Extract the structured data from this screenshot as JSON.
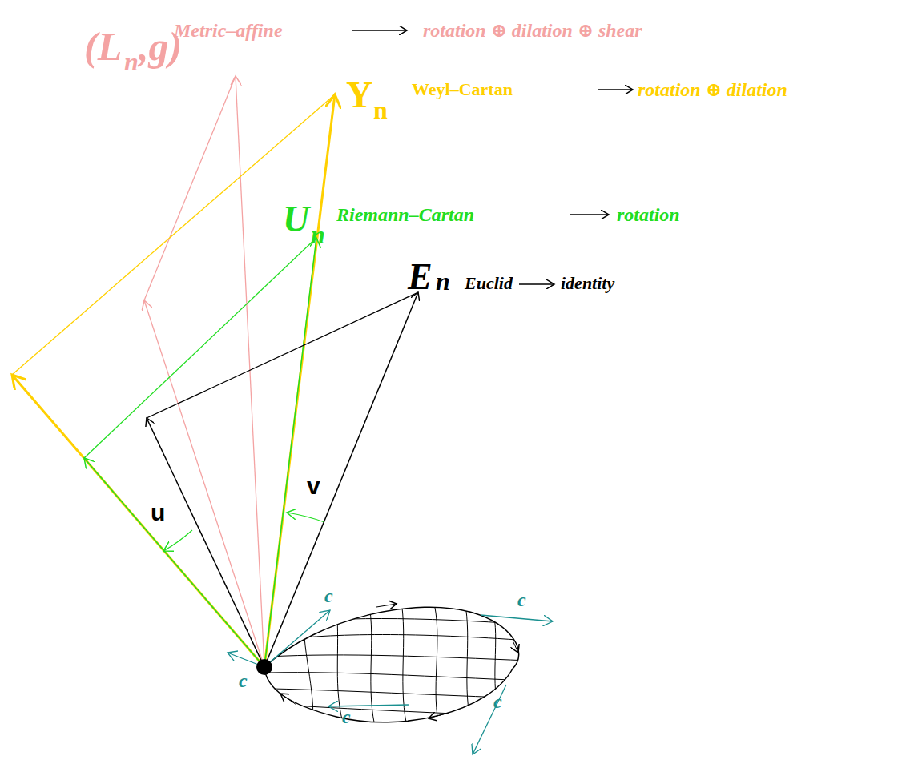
{
  "diagram": {
    "labels": [
      "(L",
      "n",
      ",g)",
      "Metric–affine",
      "rotation ⊕ dilation ⊕ shear",
      "Y",
      "n",
      "Weyl–Cartan",
      "rotation ⊕ dilation",
      "U",
      "n",
      "Riemann–Cartan",
      "rotation",
      "E",
      "n",
      "Euclid",
      "identity",
      "u",
      "v",
      "c",
      "c",
      "c",
      "c",
      "c"
    ]
  }
}
